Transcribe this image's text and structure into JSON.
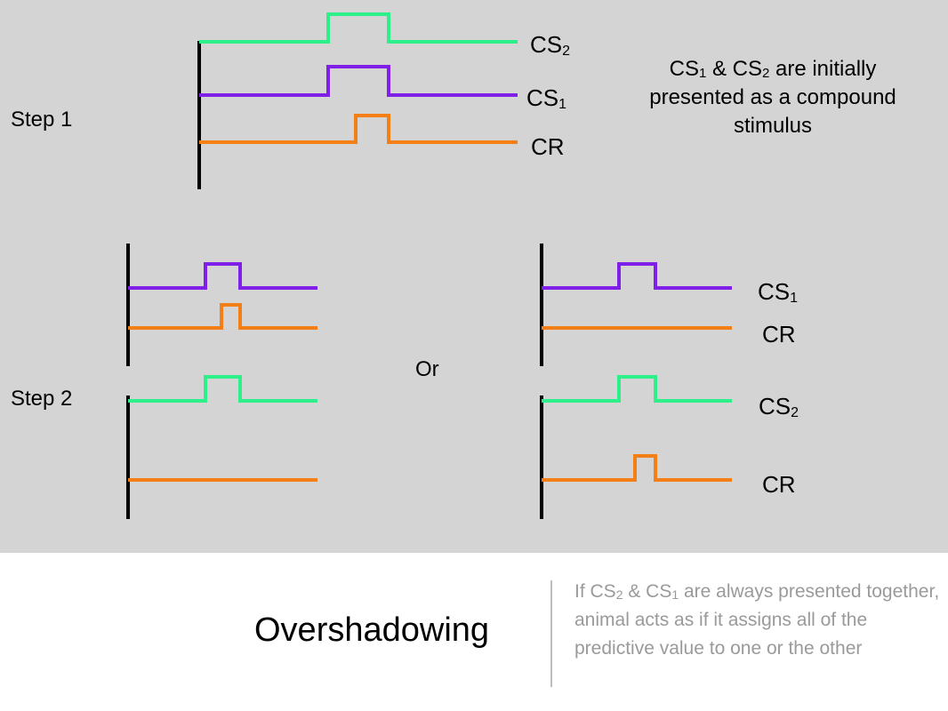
{
  "colors": {
    "cs2": "#2ef08a",
    "cs1": "#7f1fe8",
    "cr": "#f47f17",
    "axis": "#000000",
    "panel": "#d4d4d4"
  },
  "labels": {
    "step1": "Step 1",
    "step2": "Step 2",
    "or": "Or",
    "cs": "CS",
    "cr": "CR",
    "sub1": "1",
    "sub2": "2"
  },
  "note": {
    "p1": "CS",
    "s1": "1",
    "p2": " & CS",
    "s2": "2",
    "p3": " are initially presented as a compound stimulus"
  },
  "title": "Overshadowing",
  "caption": {
    "p1": "If CS",
    "s1": "2",
    "p2": " & CS",
    "s2": "1",
    "p3": " are always presented together, animal acts as if it assigns all of the predictive value to one or the other"
  }
}
